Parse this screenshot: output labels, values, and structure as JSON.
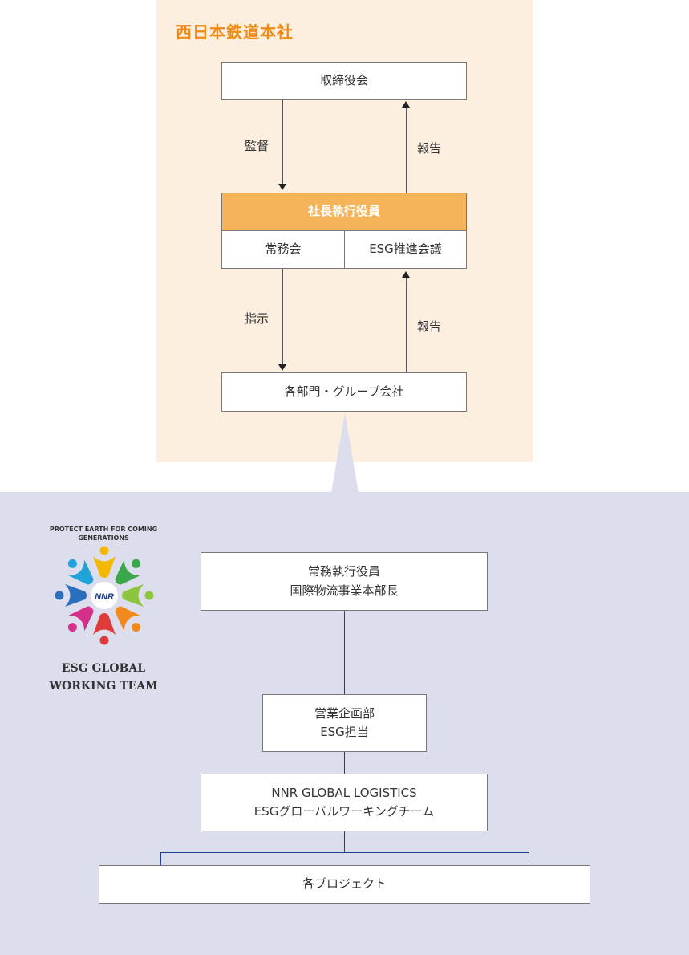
{
  "head_office": {
    "title": "西日本鉄道本社",
    "board": "取締役会",
    "supervision_label": "監督",
    "report_label_upper": "報告",
    "president": "社長執行役員",
    "executive_committee": "常務会",
    "esg_council": "ESG推進会議",
    "instruction_label": "指示",
    "report_label_lower": "報告",
    "divisions": "各部門・グループ会社"
  },
  "esg_team": {
    "logo_tagline_1": "PROTECT EARTH FOR COMING",
    "logo_tagline_2": "GENERATIONS",
    "logo_center": "NNR",
    "team_name_1": "ESG GLOBAL",
    "team_name_2": "WORKING TEAM",
    "managing_officer_1": "常務執行役員",
    "managing_officer_2": "国際物流事業本部長",
    "sales_planning_1": "営業企画部",
    "sales_planning_2": "ESG担当",
    "global_team_1": "NNR GLOBAL LOGISTICS",
    "global_team_2": "ESGグローバルワーキングチーム",
    "projects": "各プロジェクト"
  },
  "colors": {
    "top_panel": "#fdefdf",
    "bottom_panel": "#dcdded",
    "title_orange": "#ef8a14",
    "president_box": "#f6b45a",
    "connector_blue": "#1d3d8f"
  }
}
